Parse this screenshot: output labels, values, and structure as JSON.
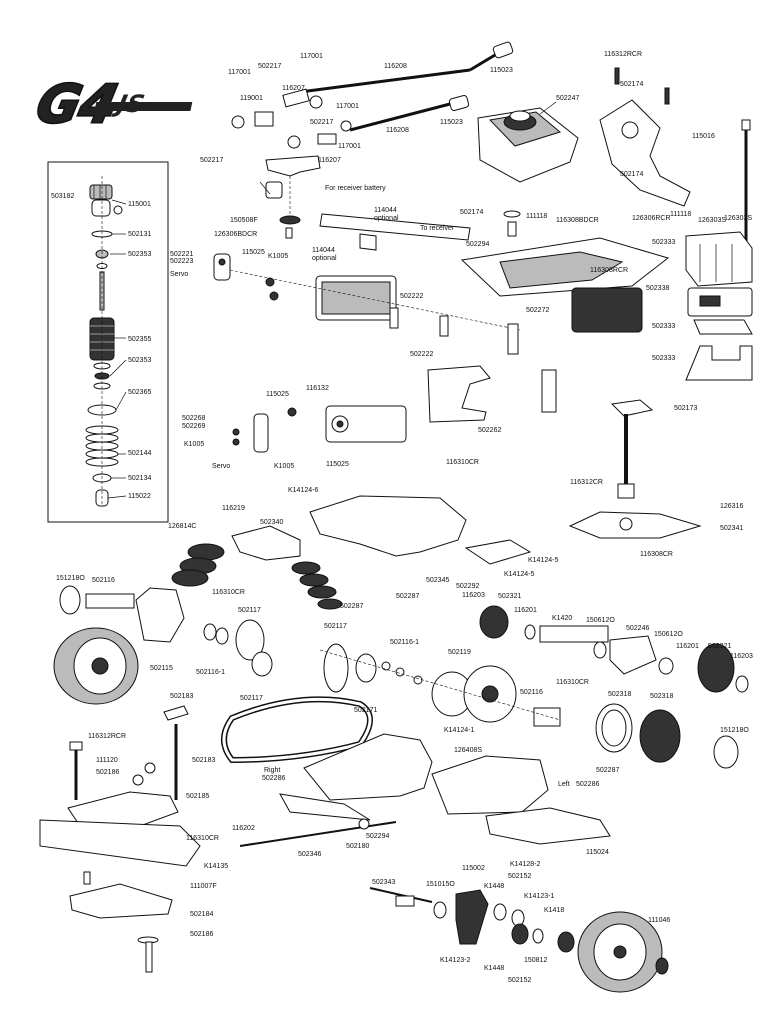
{
  "logo": {
    "main": "G4",
    "suffix": "JS"
  },
  "notes": {
    "receiver_battery": "For receiver battery",
    "to_receiver": "To receiver",
    "optional_a": "optional",
    "optional_b": "optional",
    "servo_a": "Servo",
    "servo_b": "Servo",
    "right": "Right",
    "left": "Left"
  },
  "parts": [
    {
      "id": "p1",
      "text": "117001"
    },
    {
      "id": "p2",
      "text": "502217"
    },
    {
      "id": "p3",
      "text": "117001"
    },
    {
      "id": "p4",
      "text": "116208"
    },
    {
      "id": "p5",
      "text": "115023"
    },
    {
      "id": "p6",
      "text": "119001"
    },
    {
      "id": "p7",
      "text": "116207"
    },
    {
      "id": "p8",
      "text": "117001"
    },
    {
      "id": "p9",
      "text": "502217"
    },
    {
      "id": "p10",
      "text": "116207"
    },
    {
      "id": "p11",
      "text": "117001"
    },
    {
      "id": "p12",
      "text": "116208"
    },
    {
      "id": "p13",
      "text": "115023"
    },
    {
      "id": "p14",
      "text": "502247"
    },
    {
      "id": "p15",
      "text": "116312RCR"
    },
    {
      "id": "p16",
      "text": "502174"
    },
    {
      "id": "p17",
      "text": "115016"
    },
    {
      "id": "p18",
      "text": "502174"
    },
    {
      "id": "p19",
      "text": "111118"
    },
    {
      "id": "p20",
      "text": "502217"
    },
    {
      "id": "p21",
      "text": "150508F"
    },
    {
      "id": "p22",
      "text": "126306BDCR"
    },
    {
      "id": "p23",
      "text": "114044"
    },
    {
      "id": "p24",
      "text": "114044"
    },
    {
      "id": "p25",
      "text": "502174"
    },
    {
      "id": "p26",
      "text": "111118"
    },
    {
      "id": "p27",
      "text": "116308BDCR"
    },
    {
      "id": "p28",
      "text": "126306RCR"
    },
    {
      "id": "p29",
      "text": "126303S"
    },
    {
      "id": "p30",
      "text": "502294"
    },
    {
      "id": "p31",
      "text": "502333"
    },
    {
      "id": "p32",
      "text": "503182"
    },
    {
      "id": "p33",
      "text": "115001"
    },
    {
      "id": "p34",
      "text": "502131"
    },
    {
      "id": "p35",
      "text": "502353"
    },
    {
      "id": "p36",
      "text": "502221"
    },
    {
      "id": "p37",
      "text": "502223"
    },
    {
      "id": "p38",
      "text": "115025"
    },
    {
      "id": "p39",
      "text": "K1005"
    },
    {
      "id": "p40",
      "text": "116308RCR"
    },
    {
      "id": "p41",
      "text": "502338"
    },
    {
      "id": "p42",
      "text": "502222"
    },
    {
      "id": "p43",
      "text": "502272"
    },
    {
      "id": "p44",
      "text": "502333"
    },
    {
      "id": "p45",
      "text": "502355"
    },
    {
      "id": "p46",
      "text": "502353"
    },
    {
      "id": "p47",
      "text": "502333"
    },
    {
      "id": "p48",
      "text": "502222"
    },
    {
      "id": "p49",
      "text": "502365"
    },
    {
      "id": "p50",
      "text": "115025"
    },
    {
      "id": "p51",
      "text": "116132"
    },
    {
      "id": "p52",
      "text": "502173"
    },
    {
      "id": "p53",
      "text": "502268"
    },
    {
      "id": "p54",
      "text": "502269"
    },
    {
      "id": "p55",
      "text": "K1005"
    },
    {
      "id": "p56",
      "text": "502262"
    },
    {
      "id": "p57",
      "text": "502144"
    },
    {
      "id": "p58",
      "text": "K1005"
    },
    {
      "id": "p59",
      "text": "115025"
    },
    {
      "id": "p60",
      "text": "116310CR"
    },
    {
      "id": "p61",
      "text": "502134"
    },
    {
      "id": "p62",
      "text": "K14124-6"
    },
    {
      "id": "p63",
      "text": "116312CR"
    },
    {
      "id": "p64",
      "text": "115022"
    },
    {
      "id": "p65",
      "text": "126316"
    },
    {
      "id": "p66",
      "text": "116219"
    },
    {
      "id": "p67",
      "text": "126814C"
    },
    {
      "id": "p68",
      "text": "502340"
    },
    {
      "id": "p69",
      "text": "502341"
    },
    {
      "id": "p70",
      "text": "116308CR"
    },
    {
      "id": "p71",
      "text": "K14124-5"
    },
    {
      "id": "p72",
      "text": "151218O"
    },
    {
      "id": "p73",
      "text": "502116"
    },
    {
      "id": "p74",
      "text": "116310CR"
    },
    {
      "id": "p75",
      "text": "502345"
    },
    {
      "id": "p76",
      "text": "502287"
    },
    {
      "id": "p77",
      "text": "502292"
    },
    {
      "id": "p78",
      "text": "116203"
    },
    {
      "id": "p79",
      "text": "502321"
    },
    {
      "id": "p80",
      "text": "K14124-5"
    },
    {
      "id": "p81",
      "text": "502287"
    },
    {
      "id": "p82",
      "text": "502117"
    },
    {
      "id": "p83",
      "text": "116201"
    },
    {
      "id": "p84",
      "text": "K1420"
    },
    {
      "id": "p85",
      "text": "150612O"
    },
    {
      "id": "p86",
      "text": "502246"
    },
    {
      "id": "p87",
      "text": "150612O"
    },
    {
      "id": "p88",
      "text": "502117"
    },
    {
      "id": "p89",
      "text": "502116-1"
    },
    {
      "id": "p90",
      "text": "116201"
    },
    {
      "id": "p91",
      "text": "502321"
    },
    {
      "id": "p92",
      "text": "116203"
    },
    {
      "id": "p93",
      "text": "502115"
    },
    {
      "id": "p94",
      "text": "502116-1"
    },
    {
      "id": "p95",
      "text": "502119"
    },
    {
      "id": "p96",
      "text": "116310CR"
    },
    {
      "id": "p97",
      "text": "502117"
    },
    {
      "id": "p98",
      "text": "502116"
    },
    {
      "id": "p99",
      "text": "502318"
    },
    {
      "id": "p100",
      "text": "502318"
    },
    {
      "id": "p101",
      "text": "502183"
    },
    {
      "id": "p102",
      "text": "502171"
    },
    {
      "id": "p103",
      "text": "116312RCR"
    },
    {
      "id": "p104",
      "text": "111120"
    },
    {
      "id": "p105",
      "text": "502183"
    },
    {
      "id": "p106",
      "text": "502186"
    },
    {
      "id": "p107",
      "text": "K14124-1"
    },
    {
      "id": "p108",
      "text": "126408S"
    },
    {
      "id": "p109",
      "text": "151218O"
    },
    {
      "id": "p110",
      "text": "502286"
    },
    {
      "id": "p111",
      "text": "502287"
    },
    {
      "id": "p112",
      "text": "502286"
    },
    {
      "id": "p113",
      "text": "502185"
    },
    {
      "id": "p114",
      "text": "116310CR"
    },
    {
      "id": "p115",
      "text": "116202"
    },
    {
      "id": "p116",
      "text": "502294"
    },
    {
      "id": "p117",
      "text": "502346"
    },
    {
      "id": "p118",
      "text": "502180"
    },
    {
      "id": "p119",
      "text": "115024"
    },
    {
      "id": "p120",
      "text": "K14128-2"
    },
    {
      "id": "p121",
      "text": "K14135"
    },
    {
      "id": "p122",
      "text": "115002"
    },
    {
      "id": "p123",
      "text": "502152"
    },
    {
      "id": "p124",
      "text": "502343"
    },
    {
      "id": "p125",
      "text": "151015O"
    },
    {
      "id": "p126",
      "text": "K1448"
    },
    {
      "id": "p127",
      "text": "K14123-1"
    },
    {
      "id": "p128",
      "text": "111046"
    },
    {
      "id": "p129",
      "text": "111007F"
    },
    {
      "id": "p130",
      "text": "K1418"
    },
    {
      "id": "p131",
      "text": "502184"
    },
    {
      "id": "p132",
      "text": "502186"
    },
    {
      "id": "p133",
      "text": "K14123-2"
    },
    {
      "id": "p134",
      "text": "K1448"
    },
    {
      "id": "p135",
      "text": "150812"
    },
    {
      "id": "p136",
      "text": "502152"
    }
  ]
}
